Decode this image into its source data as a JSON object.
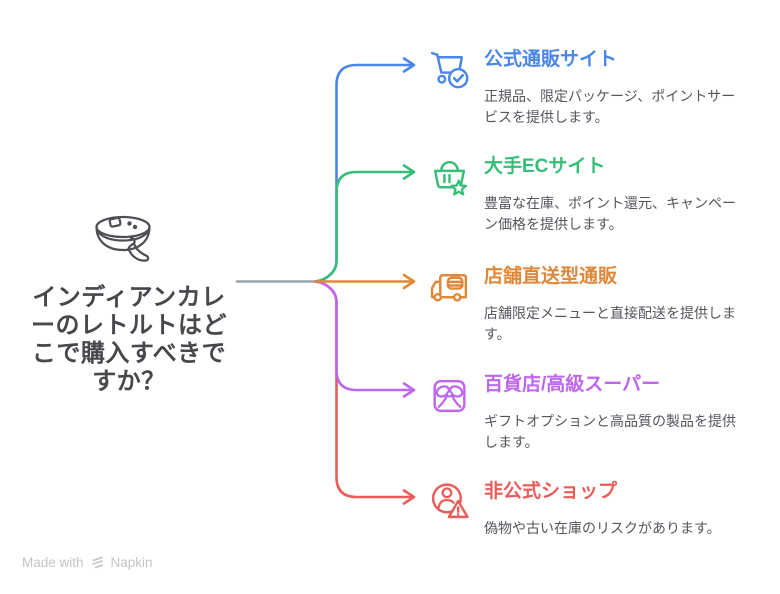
{
  "root": {
    "title": "インディアンカレーのレトルトはどこで購入すべきですか？",
    "icon": "curry-bowl-icon"
  },
  "branches": [
    {
      "icon": "cart-check-icon",
      "label": "公式通販サイト",
      "description": "正規品、限定パッケージ、ポイントサービスを提供します。",
      "color": "#4a86e8"
    },
    {
      "icon": "basket-star-icon",
      "label": "大手ECサイト",
      "description": "豊富な在庫、ポイント還元、キャンペーン価格を提供します。",
      "color": "#36bd78"
    },
    {
      "icon": "delivery-truck-icon",
      "label": "店舗直送型通販",
      "description": "店舗限定メニューと直接配送を提供します。",
      "color": "#e0883a"
    },
    {
      "icon": "gift-box-icon",
      "label": "百貨店/高級スーパー",
      "description": "ギフトオプションと高品質の製品を提供します。",
      "color": "#bf66ee"
    },
    {
      "icon": "user-warning-icon",
      "label": "非公式ショップ",
      "description": "偽物や古い在庫のリスクがあります。",
      "color": "#e85d59"
    }
  ],
  "connector_color": "#9aa0a6",
  "footer": {
    "made_with": "Made with",
    "brand": "Napkin"
  }
}
